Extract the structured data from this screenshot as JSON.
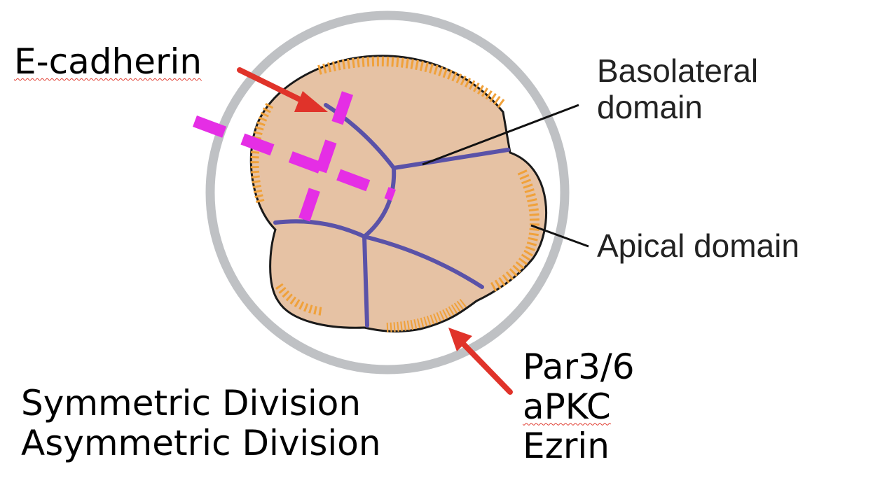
{
  "labels": {
    "e_cadherin": "E-cadherin",
    "basolateral_line1": "Basolateral",
    "basolateral_line2": "domain",
    "apical": "Apical domain",
    "polarity_line1": "Par3/6",
    "polarity_line2": "aPKC",
    "polarity_line3": "Ezrin",
    "division_line1": "Symmetric Division",
    "division_line2": "Asymmetric Division"
  },
  "colors": {
    "zona_ring": "#bfc1c4",
    "cell_fill": "#e6c2a4",
    "cell_outline": "#1a1a1a",
    "junction": "#5a52a8",
    "microvilli": "#f0a13a",
    "division_plane": "#e52ee5",
    "pointer_arrow": "#e0332a",
    "leader_line": "#111111",
    "spellcheck_squiggle": "#e03a2e"
  }
}
